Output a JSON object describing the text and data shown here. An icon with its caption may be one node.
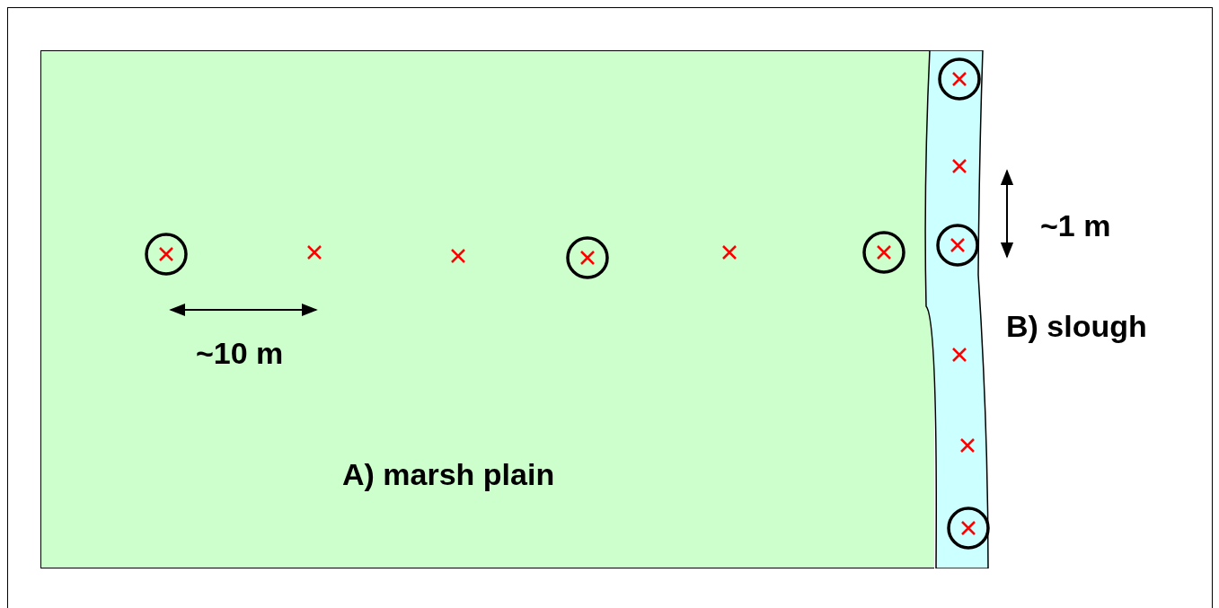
{
  "diagram": {
    "nodes": [
      {
        "text": [
          "A) marsh plain"
        ]
      },
      {
        "text": [
          "B) slough"
        ]
      }
    ],
    "edges": [],
    "labels": [
      "~10 m",
      "~1 m"
    ]
  }
}
